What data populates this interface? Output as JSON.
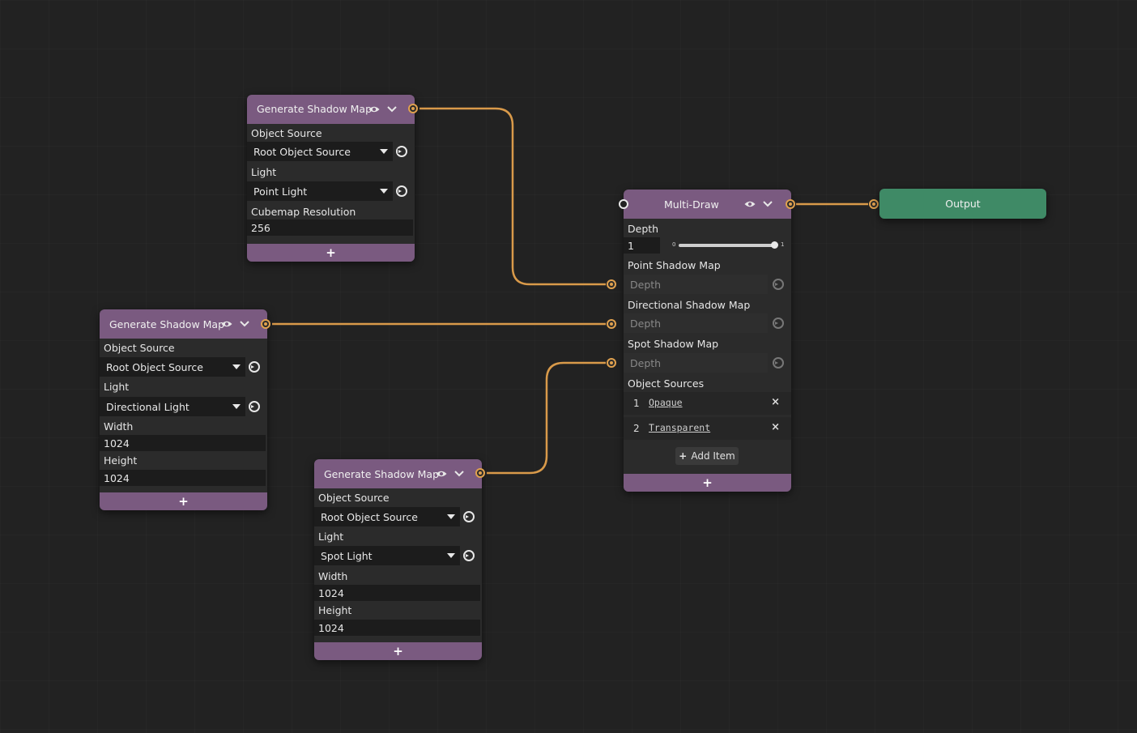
{
  "nodes": {
    "shadow_point": {
      "title": "Generate Shadow Map",
      "object_source_label": "Object Source",
      "object_source_value": "Root Object Source",
      "light_label": "Light",
      "light_value": "Point Light",
      "cubemap_label": "Cubemap Resolution",
      "cubemap_value": "256",
      "footer_add": "+"
    },
    "shadow_directional": {
      "title": "Generate Shadow Map",
      "object_source_label": "Object Source",
      "object_source_value": "Root Object Source",
      "light_label": "Light",
      "light_value": "Directional Light",
      "width_label": "Width",
      "width_value": "1024",
      "height_label": "Height",
      "height_value": "1024",
      "footer_add": "+"
    },
    "shadow_spot": {
      "title": "Generate Shadow Map",
      "object_source_label": "Object Source",
      "object_source_value": "Root Object Source",
      "light_label": "Light",
      "light_value": "Spot Light",
      "width_label": "Width",
      "width_value": "1024",
      "height_label": "Height",
      "height_value": "1024",
      "footer_add": "+"
    },
    "multi_draw": {
      "title": "Multi-Draw",
      "depth_label": "Depth",
      "depth_value": "1",
      "depth_slider_min": "0",
      "depth_slider_max": "1",
      "depth_slider_value": 1,
      "point_shadow_label": "Point Shadow Map",
      "point_shadow_placeholder": "Depth",
      "directional_shadow_label": "Directional Shadow Map",
      "directional_shadow_placeholder": "Depth",
      "spot_shadow_label": "Spot Shadow Map",
      "spot_shadow_placeholder": "Depth",
      "object_sources_label": "Object Sources",
      "object_sources": [
        {
          "index": "1",
          "name": "Opaque"
        },
        {
          "index": "2",
          "name": "Transparent"
        }
      ],
      "add_item_label": "Add Item",
      "add_item_icon": "+",
      "remove_icon": "×",
      "footer_add": "+"
    },
    "output": {
      "title": "Output"
    }
  },
  "colors": {
    "background": "#222222",
    "node_header": "#7a5a80",
    "node_body": "#2b2b2b",
    "wire": "#d99a4a",
    "output_node": "#3f8a66"
  },
  "icons": {
    "visibility": "eye-icon",
    "collapse": "chevron-down-icon",
    "reset": "reset-icon",
    "dropdown": "caret-down-icon",
    "remove": "close-icon"
  }
}
